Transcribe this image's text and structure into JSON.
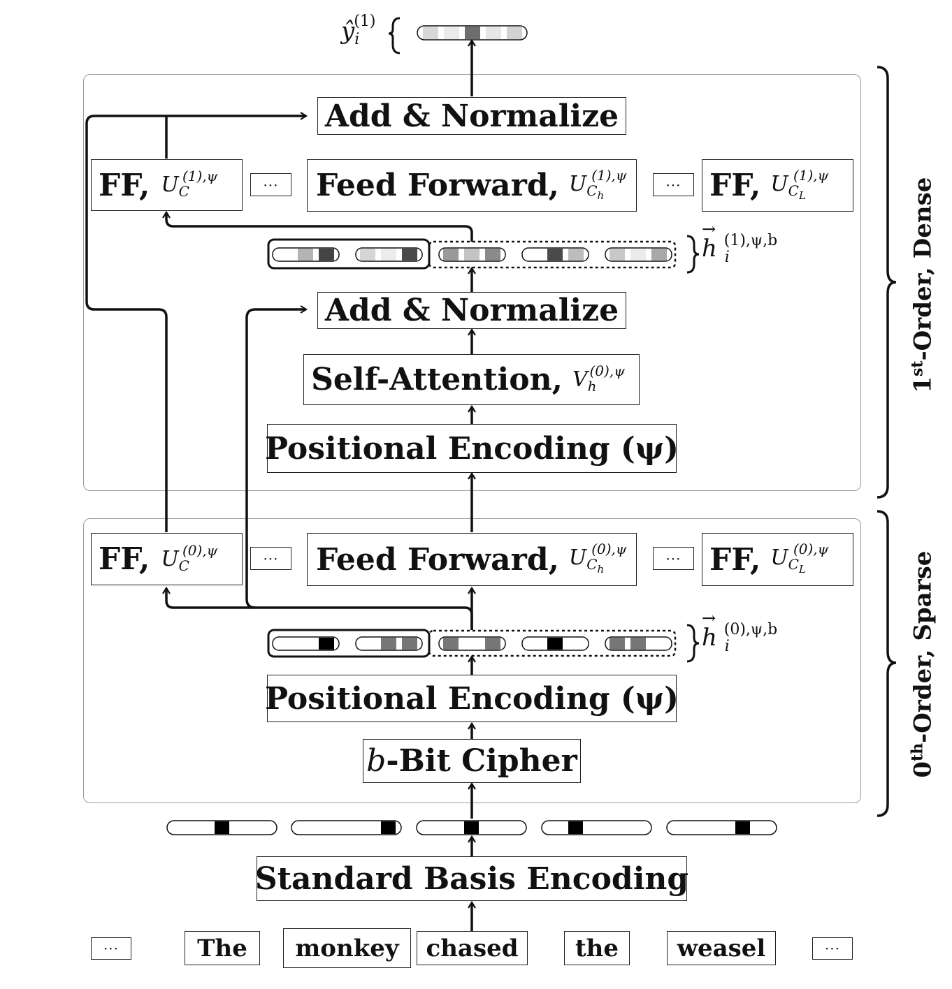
{
  "output_label": {
    "base": "ŷ",
    "sub": "i",
    "sup": "(1)"
  },
  "dense_block": {
    "side_label_sup": "st",
    "side_label_pre": "1",
    "side_label_post": "-Order, Dense",
    "add_norm_top": "Add & Normalize",
    "ff_left": {
      "label": "FF,",
      "math": "U",
      "sub": "C",
      "sup": "(1),ψ"
    },
    "ff_mid": {
      "label": "Feed Forward,",
      "math": "U",
      "sub": "C",
      "subsub": "h",
      "sup": "(1),ψ"
    },
    "ff_right": {
      "label": "FF,",
      "math": "U",
      "sub": "C",
      "subsub": "L",
      "sup": "(1),ψ"
    },
    "ellipsis_left": "···",
    "ellipsis_right": "···",
    "hidden_label": {
      "base": "h",
      "sub": "i",
      "sup": "(1),ψ,b"
    },
    "add_norm_bottom": "Add & Normalize",
    "self_attention": {
      "label": "Self-Attention,",
      "math": "V",
      "sub": "h",
      "sup": "(0),ψ"
    },
    "positional_encoding": "Positional Encoding (ψ)"
  },
  "sparse_block": {
    "side_label_sup": "th",
    "side_label_pre": "0",
    "side_label_post": "-Order, Sparse",
    "ff_left": {
      "label": "FF,",
      "math": "U",
      "sub": "C",
      "sup": "(0),ψ"
    },
    "ff_mid": {
      "label": "Feed Forward,",
      "math": "U",
      "sub": "C",
      "subsub": "h",
      "sup": "(0),ψ"
    },
    "ff_right": {
      "label": "FF,",
      "math": "U",
      "sub": "C",
      "subsub": "L",
      "sup": "(0),ψ"
    },
    "ellipsis_left": "···",
    "ellipsis_right": "···",
    "hidden_label": {
      "base": "h",
      "sub": "i",
      "sup": "(0),ψ,b"
    },
    "positional_encoding": "Positional Encoding (ψ)",
    "cipher": {
      "math": "b",
      "label": "-Bit Cipher"
    }
  },
  "standard_basis_encoding": "Standard Basis Encoding",
  "tokens": [
    "···",
    "The",
    "monkey",
    "chased",
    "the",
    "weasel",
    "···"
  ]
}
